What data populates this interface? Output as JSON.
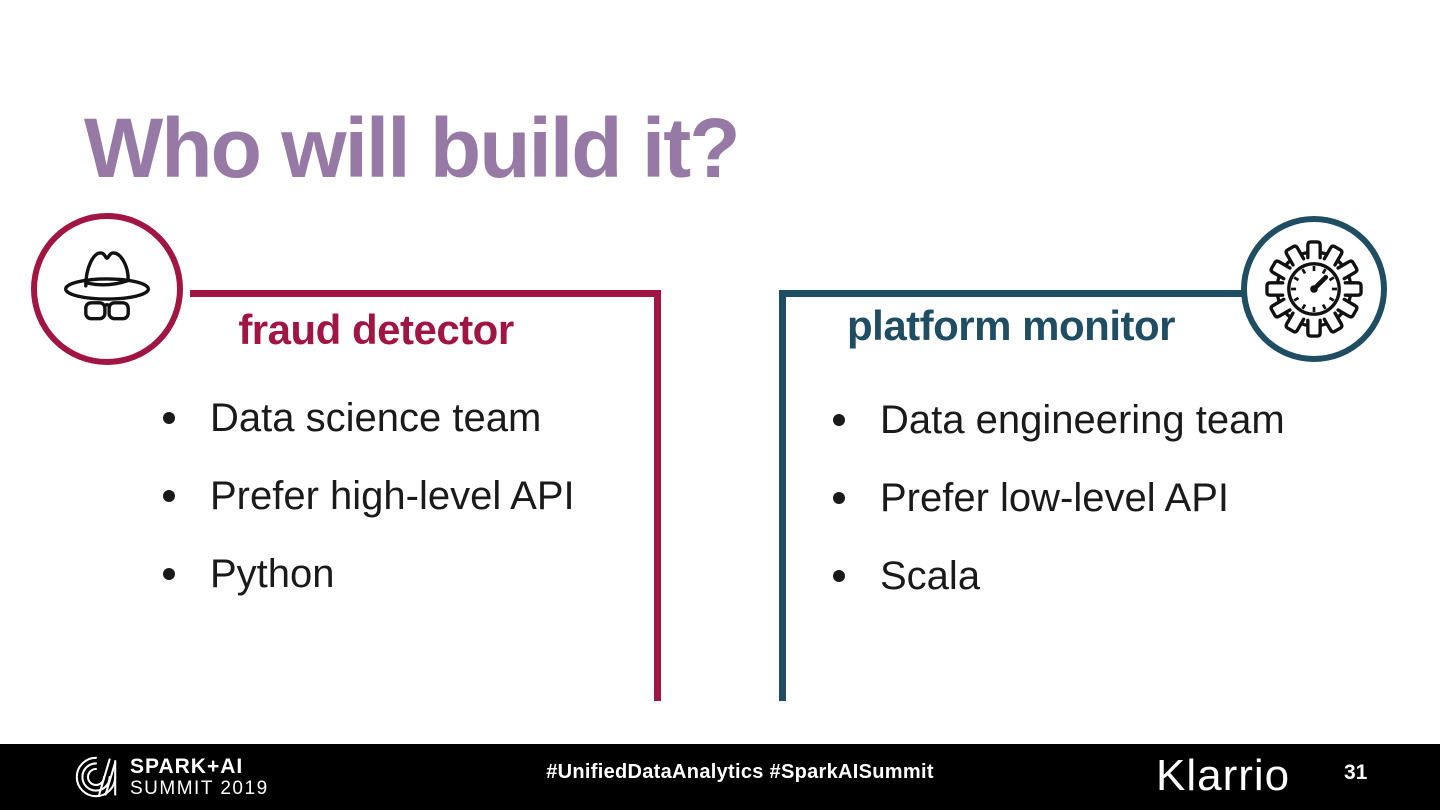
{
  "slide": {
    "title": "Who will build it?"
  },
  "columns": [
    {
      "heading": "fraud detector",
      "icon": "spy-incognito-icon",
      "accent_color": "#A11543",
      "bullets": [
        "Data science team",
        "Prefer high-level API",
        "Python"
      ]
    },
    {
      "heading": "platform monitor",
      "icon": "gauge-gear-icon",
      "accent_color": "#1F4E63",
      "bullets": [
        "Data engineering team",
        "Prefer low-level API",
        "Scala"
      ]
    }
  ],
  "footer": {
    "conference_logo": {
      "line1": "SPARK+AI",
      "line2": "SUMMIT 2019"
    },
    "hashtags": "#UnifiedDataAnalytics #SparkAISummit",
    "company_logo": "Klarrio",
    "page_number": "31"
  },
  "colors": {
    "title_text": "#9779A6",
    "fraud_accent": "#A11543",
    "platform_accent": "#1F4E63",
    "body_text": "#1A1A1A",
    "footer_background": "#000000",
    "footer_text": "#FFFFFF"
  }
}
